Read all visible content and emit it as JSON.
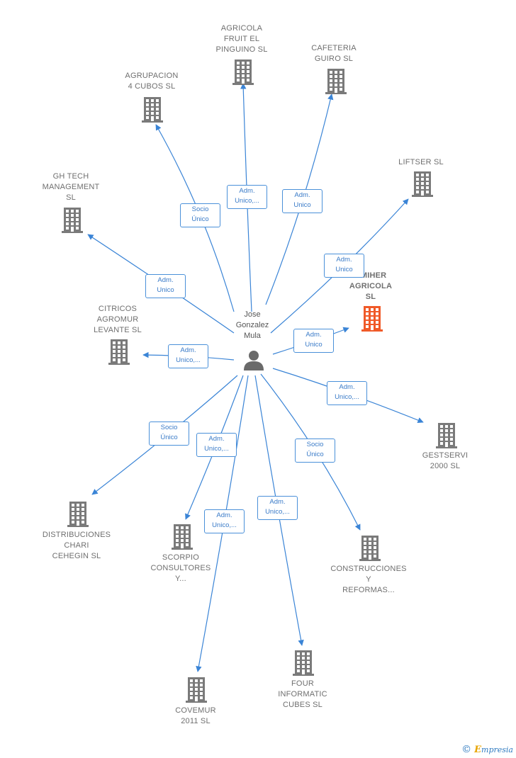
{
  "colors": {
    "edge": "#3a84d6",
    "building": "#7a7a7a",
    "highlight": "#f05a28",
    "person": "#6a6a6a"
  },
  "person": {
    "name": "Jose\nGonzalez\nMula",
    "icon": "person-icon"
  },
  "companies": [
    {
      "id": "agricola-fruit",
      "label": "AGRICOLA\nFRUIT EL\nPINGUINO  SL",
      "highlight": false
    },
    {
      "id": "cafeteria-guiro",
      "label": "CAFETERIA\nGUIRO  SL",
      "highlight": false
    },
    {
      "id": "agrupacion-4-cubos",
      "label": "AGRUPACION\n4 CUBOS  SL",
      "highlight": false
    },
    {
      "id": "liftser",
      "label": "LIFTSER  SL",
      "highlight": false
    },
    {
      "id": "gh-tech",
      "label": "GH TECH\nMANAGEMENT\nSL",
      "highlight": false
    },
    {
      "id": "amiher",
      "label": "AMIHER\nAGRICOLA\nSL",
      "highlight": true
    },
    {
      "id": "citricos",
      "label": "CITRICOS\nAGROMUR\nLEVANTE  SL",
      "highlight": false
    },
    {
      "id": "gestservi",
      "label": "GESTSERVI\n2000  SL",
      "highlight": false
    },
    {
      "id": "distribuciones",
      "label": "DISTRIBUCIONES\nCHARI\nCEHEGIN  SL",
      "highlight": false
    },
    {
      "id": "scorpio",
      "label": "SCORPIO\nCONSULTORES\nY...",
      "highlight": false
    },
    {
      "id": "construcciones",
      "label": "CONSTRUCCIONES\nY\nREFORMAS...",
      "highlight": false
    },
    {
      "id": "covemur",
      "label": "COVEMUR\n2011 SL",
      "highlight": false
    },
    {
      "id": "four-informatic",
      "label": "FOUR\nINFORMATIC\nCUBES  SL",
      "highlight": false
    }
  ],
  "relations": [
    {
      "to": "agricola-fruit",
      "label": "Adm.\nUnico,..."
    },
    {
      "to": "cafeteria-guiro",
      "label": "Adm.\nUnico"
    },
    {
      "to": "agrupacion-4-cubos",
      "label": "Socio\nÚnico"
    },
    {
      "to": "liftser",
      "label": "Adm.\nUnico"
    },
    {
      "to": "gh-tech",
      "label": "Adm.\nUnico"
    },
    {
      "to": "amiher",
      "label": "Adm.\nUnico"
    },
    {
      "to": "citricos",
      "label": "Adm.\nUnico,..."
    },
    {
      "to": "gestservi",
      "label": "Adm.\nUnico,..."
    },
    {
      "to": "distribuciones",
      "label": "Socio\nÚnico"
    },
    {
      "to": "scorpio",
      "label": "Adm.\nUnico,..."
    },
    {
      "to": "construcciones",
      "label": "Socio\nÚnico"
    },
    {
      "to": "covemur",
      "label": "Adm.\nUnico,..."
    },
    {
      "to": "four-informatic",
      "label": "Adm.\nUnico,..."
    }
  ],
  "brand": {
    "copyright": "©",
    "first": "E",
    "rest": "mpresia"
  }
}
